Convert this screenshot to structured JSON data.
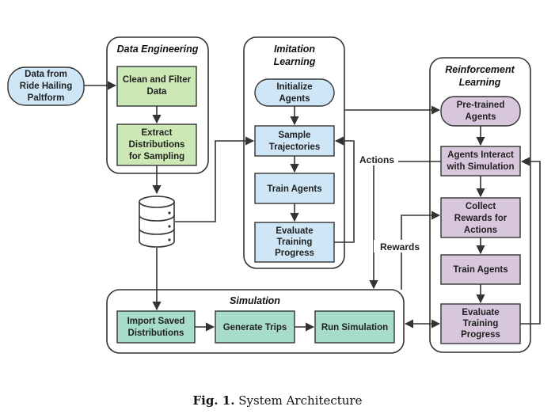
{
  "groups": {
    "data_engineering": "Data Engineering",
    "imitation_learning": [
      "Imitation",
      "Learning"
    ],
    "reinforcement_learning": [
      "Reinforcement",
      "Learning"
    ],
    "simulation": "Simulation"
  },
  "nodes": {
    "data_source": [
      "Data from",
      "Ride Hailing",
      "Paltform"
    ],
    "clean_filter": [
      "Clean and Filter",
      "Data"
    ],
    "extract_dist": [
      "Extract",
      "Distributions",
      "for Sampling"
    ],
    "il_init": [
      "Initialize",
      "Agents"
    ],
    "il_sample": [
      "Sample",
      "Trajectories"
    ],
    "il_train": [
      "Train Agents"
    ],
    "il_eval": [
      "Evaluate",
      "Training",
      "Progress"
    ],
    "rl_pretrained": [
      "Pre-trained",
      "Agents"
    ],
    "rl_interact": [
      "Agents Interact",
      "with Simulation"
    ],
    "rl_collect": [
      "Collect",
      "Rewards for",
      "Actions"
    ],
    "rl_train": [
      "Train Agents"
    ],
    "rl_eval": [
      "Evaluate",
      "Training",
      "Progress"
    ],
    "sim_import": [
      "Import Saved",
      "Distributions"
    ],
    "sim_generate": [
      "Generate Trips"
    ],
    "sim_run": [
      "Run Simulation"
    ]
  },
  "edge_labels": {
    "actions": "Actions",
    "rewards": "Rewards"
  },
  "caption": {
    "label": "Fig. 1.",
    "text": "System Architecture"
  },
  "colors": {
    "blue": "#cfe6f7",
    "green": "#cce8b5",
    "purple": "#d8c6dd",
    "teal": "#a7dccb",
    "stroke": "#333333"
  }
}
